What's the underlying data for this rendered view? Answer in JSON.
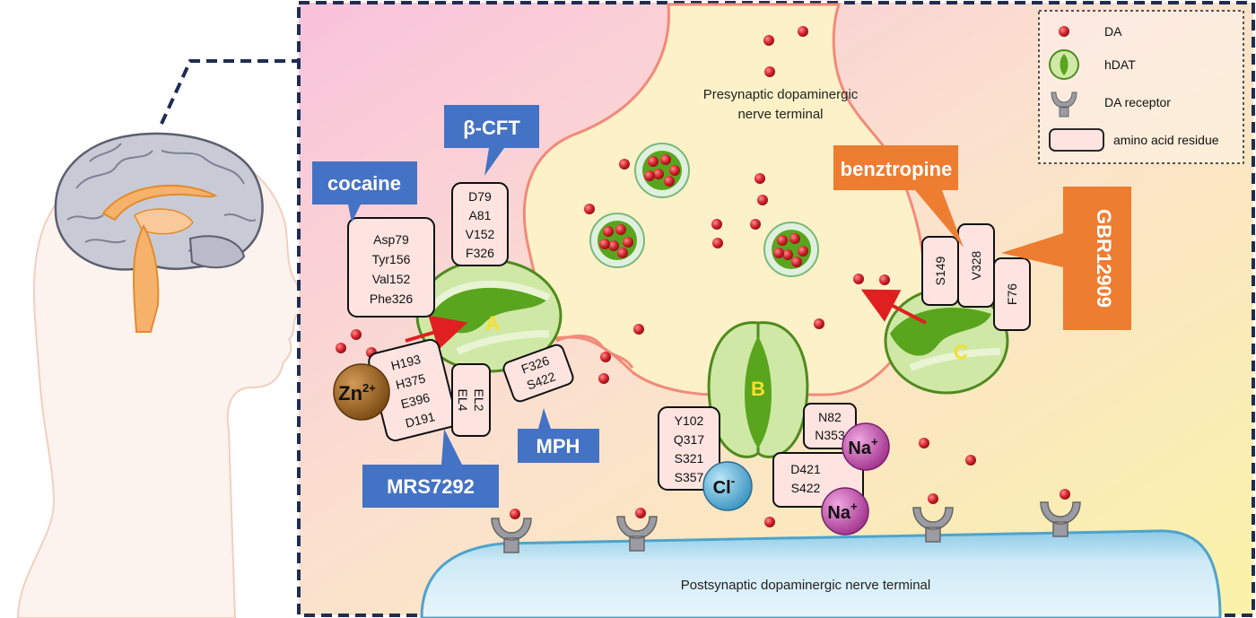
{
  "labels": {
    "presynaptic_line1": "Presynaptic dopaminergic",
    "presynaptic_line2": "nerve terminal",
    "postsynaptic": "Postsynaptic dopaminergic nerve terminal",
    "site_a": "A",
    "site_b": "B",
    "site_c": "C"
  },
  "legend": {
    "da": "DA",
    "hdat": "hDAT",
    "receptor": "DA receptor",
    "residue": "amino acid residue"
  },
  "drugs": {
    "cocaine": "cocaine",
    "bcft": "β-CFT",
    "mrs": "MRS7292",
    "mph": "MPH",
    "benztropine": "benztropine",
    "gbr": "GBR12909"
  },
  "residues": {
    "cocaine": [
      "Asp79",
      "Tyr156",
      "Val152",
      "Phe326"
    ],
    "bcft": [
      "D79",
      "A81",
      "V152",
      "F326"
    ],
    "zinc": [
      "H193",
      "H375",
      "E396",
      "D191"
    ],
    "el": [
      "EL2",
      "EL4"
    ],
    "mph": [
      "F326",
      "S422"
    ],
    "cl_site": [
      "Y102",
      "Q317",
      "S321",
      "S357"
    ],
    "na1_site": [
      "N82",
      "N353"
    ],
    "na2_site": [
      "D421",
      "S422"
    ],
    "s149": "S149",
    "v328": "V328",
    "f76": "F76"
  },
  "ions": {
    "zn": "Zn",
    "zn_charge": "2+",
    "na": "Na",
    "na_charge": "+",
    "cl": "Cl",
    "cl_charge": "-"
  },
  "colors": {
    "drug_blue": "#4472c4",
    "drug_orange": "#ed7d31",
    "membrane": "#f28a7a",
    "transporter_green": "#5aa51e",
    "dopamine_red": "#d0202a"
  }
}
